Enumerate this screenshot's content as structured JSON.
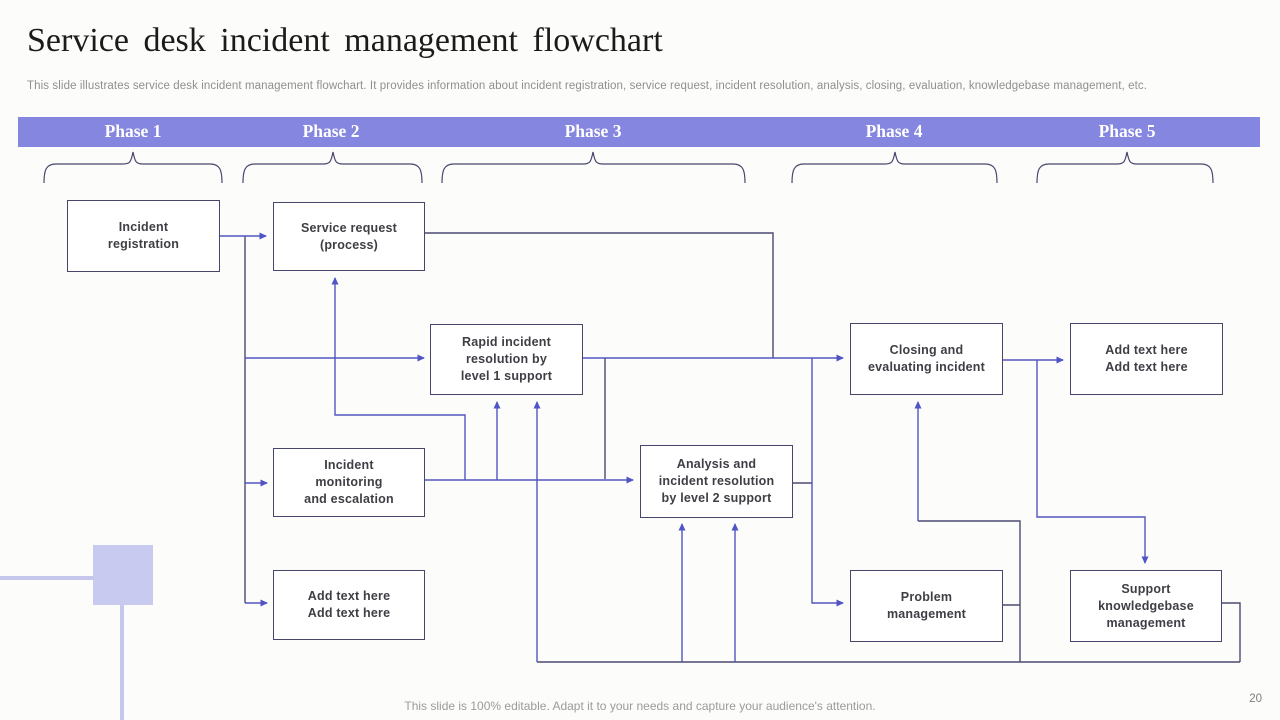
{
  "slide": {
    "title": "Service desk incident management flowchart",
    "subtitle": "This slide illustrates service desk incident management flowchart. It provides information about incident registration, service request, incident resolution, analysis, closing, evaluation, knowledgebase management, etc.",
    "footer": "This slide is 100% editable. Adapt it to your needs and capture your audience's attention.",
    "page_number": "20"
  },
  "phases": [
    {
      "label": "Phase 1"
    },
    {
      "label": "Phase 2"
    },
    {
      "label": "Phase 3"
    },
    {
      "label": "Phase 4"
    },
    {
      "label": "Phase 5"
    }
  ],
  "nodes": {
    "incident_registration": {
      "lines": [
        "Incident",
        "registration"
      ]
    },
    "service_request": {
      "lines": [
        "Service request",
        "(process)"
      ]
    },
    "rapid_resolution": {
      "lines": [
        "Rapid incident",
        "resolution by",
        "level 1 support"
      ]
    },
    "incident_monitoring": {
      "lines": [
        "Incident",
        "monitoring",
        "and escalation"
      ]
    },
    "add_text_left": {
      "lines": [
        "Add text here",
        "Add text here"
      ]
    },
    "analysis_resolution": {
      "lines": [
        "Analysis and",
        "incident resolution",
        "by level 2 support"
      ]
    },
    "closing_evaluating": {
      "lines": [
        "Closing and",
        "evaluating incident"
      ]
    },
    "add_text_right": {
      "lines": [
        "Add text here",
        "Add text here"
      ]
    },
    "problem_management": {
      "lines": [
        "Problem",
        "management"
      ]
    },
    "support_knowledgebase": {
      "lines": [
        "Support",
        "knowledgebase",
        "management"
      ]
    }
  },
  "colors": {
    "phase_bar": "#8486DF",
    "box_border": "#46466B",
    "connector": "#4B4B72",
    "arrow": "#4F55C6",
    "decor_lavender": "#C9CAEF"
  }
}
